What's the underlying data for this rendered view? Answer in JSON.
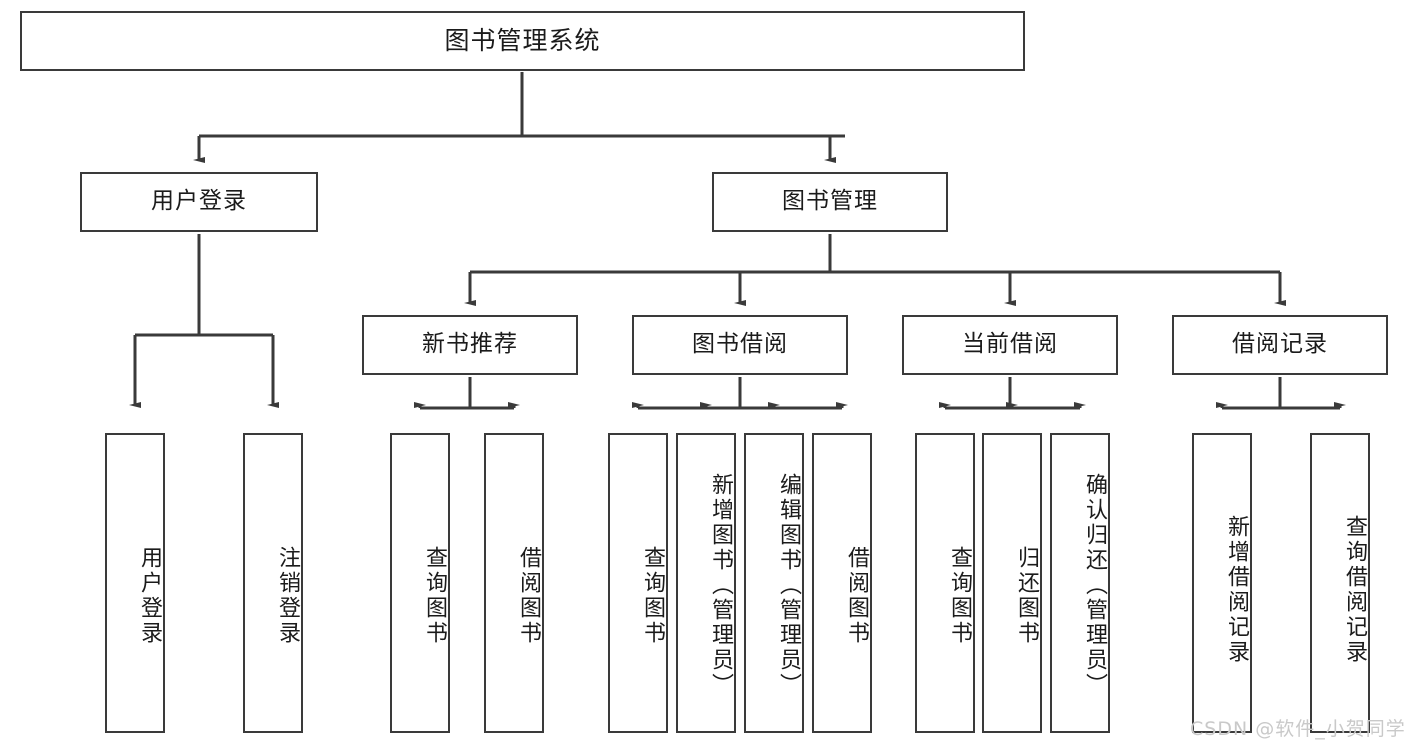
{
  "diagram": {
    "type": "tree",
    "title": "图书管理系统",
    "colors": {
      "stroke": "#3a3a3a",
      "fill": "#ffffff",
      "text": "#1b1b1b",
      "watermark": "#c9c9c9"
    },
    "root": {
      "label": "图书管理系统"
    },
    "level2": [
      {
        "id": "user-login",
        "label": "用户登录"
      },
      {
        "id": "book-manage",
        "label": "图书管理"
      }
    ],
    "level3": [
      {
        "id": "new-book-recommend",
        "label": "新书推荐",
        "parent": "book-manage"
      },
      {
        "id": "book-borrow",
        "label": "图书借阅",
        "parent": "book-manage"
      },
      {
        "id": "current-borrow",
        "label": "当前借阅",
        "parent": "book-manage"
      },
      {
        "id": "borrow-record",
        "label": "借阅记录",
        "parent": "book-manage"
      }
    ],
    "leaves": [
      {
        "id": "leaf-user-login",
        "label": "用户登录",
        "parent": "user-login"
      },
      {
        "id": "leaf-logout-login",
        "label": "注销登录",
        "parent": "user-login"
      },
      {
        "id": "leaf-query-book-1",
        "label": "查询图书",
        "parent": "new-book-recommend"
      },
      {
        "id": "leaf-borrow-book-1",
        "label": "借阅图书",
        "parent": "new-book-recommend"
      },
      {
        "id": "leaf-query-book-2",
        "label": "查询图书",
        "parent": "book-borrow"
      },
      {
        "id": "leaf-add-book",
        "label": "新增图书（管理员）",
        "parent": "book-borrow"
      },
      {
        "id": "leaf-edit-book",
        "label": "编辑图书（管理员）",
        "parent": "book-borrow"
      },
      {
        "id": "leaf-borrow-book-2",
        "label": "借阅图书",
        "parent": "book-borrow"
      },
      {
        "id": "leaf-query-book-3",
        "label": "查询图书",
        "parent": "current-borrow"
      },
      {
        "id": "leaf-return-book",
        "label": "归还图书",
        "parent": "current-borrow"
      },
      {
        "id": "leaf-confirm-return",
        "label": "确认归还（管理员）",
        "parent": "current-borrow"
      },
      {
        "id": "leaf-add-record",
        "label": "新增借阅记录",
        "parent": "borrow-record"
      },
      {
        "id": "leaf-query-record",
        "label": "查询借阅记录",
        "parent": "borrow-record"
      }
    ],
    "watermark": "CSDN @软件_小贺同学"
  }
}
